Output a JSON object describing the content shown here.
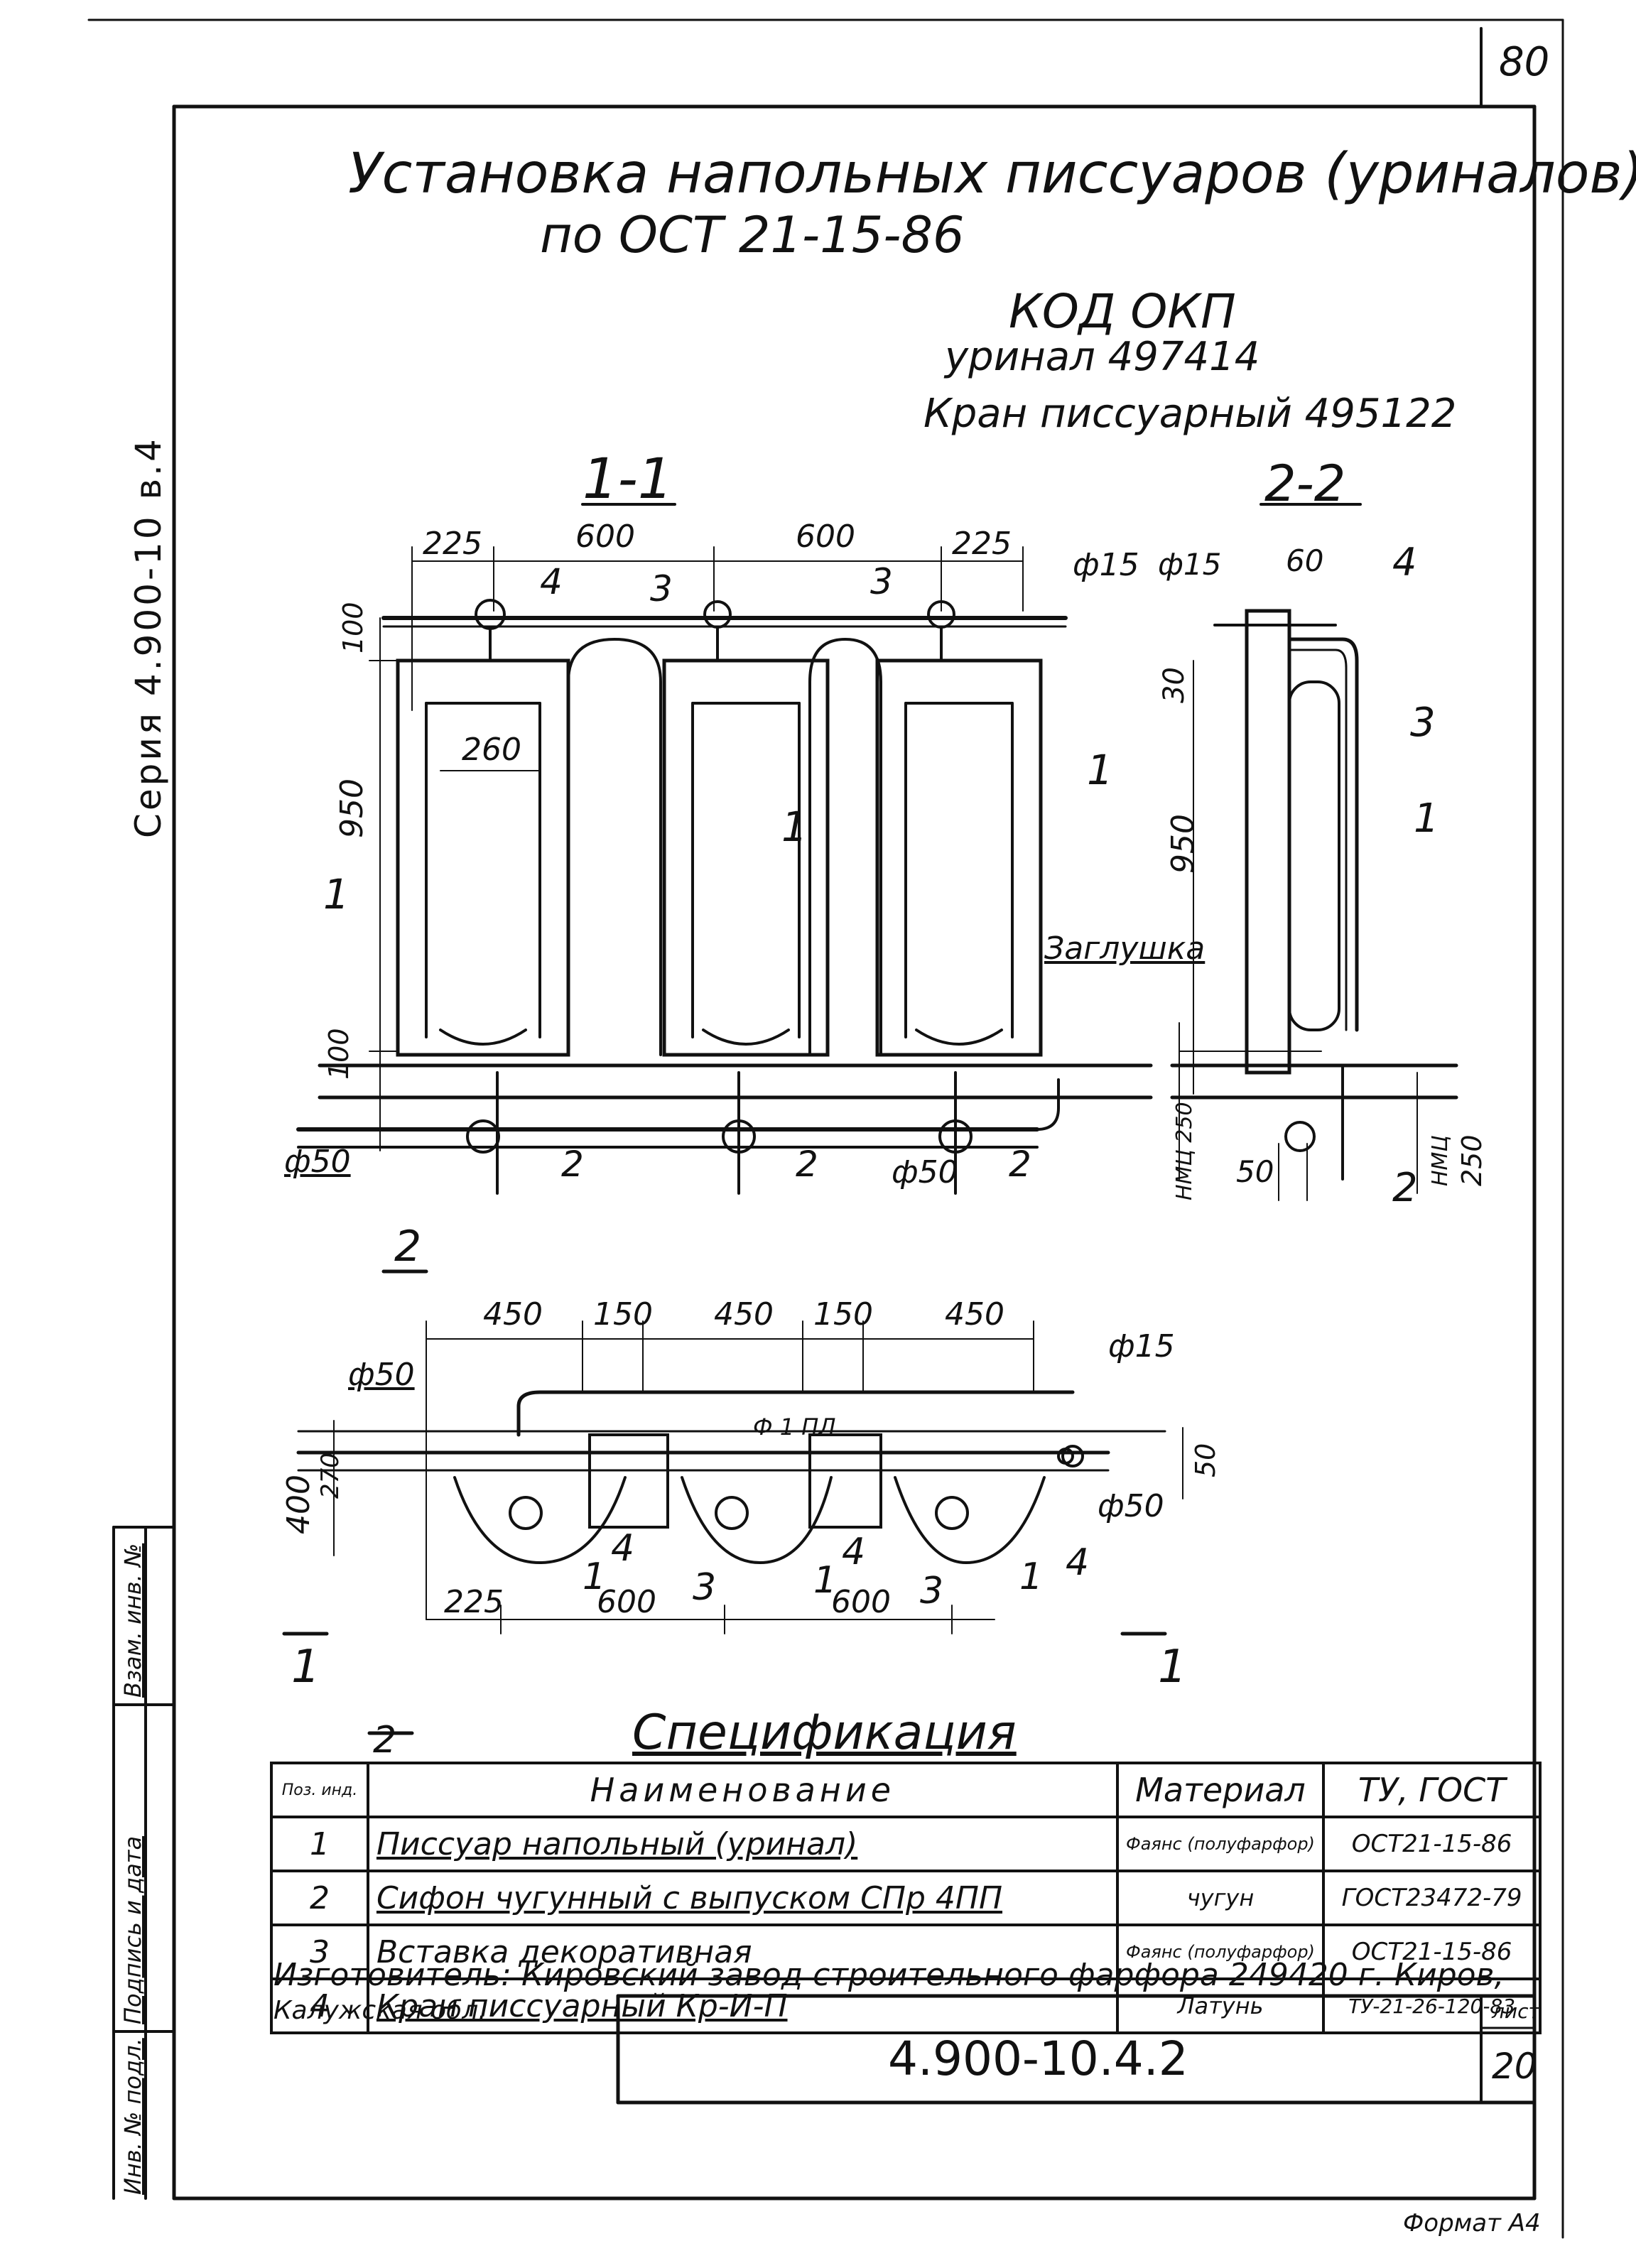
{
  "page_number": "80",
  "side_series_label": "Серия 4.900-10 в.4",
  "title": {
    "line1": "Установка напольных писсуаров (уриналов)",
    "line2": "по ОСТ 21-15-86"
  },
  "okp": {
    "header": "КОД ОКП",
    "line1": "уринал 497414",
    "line2": "Кран писсуарный 495122"
  },
  "sections": {
    "section_1_1": "1-1",
    "section_2_2": "2-2"
  },
  "dimensions": {
    "top_left": [
      "225",
      "600",
      "600",
      "225"
    ],
    "pipe_diameter_top": "ф15",
    "height_950": "950",
    "height_100_top": "100",
    "width_260": "260",
    "height_100_bottom": "100",
    "dia_50_left": "ф50",
    "dia_50_mid": "ф50",
    "plan_top": [
      "450",
      "150",
      "450",
      "150",
      "450"
    ],
    "plan_bottom": [
      "225",
      "600",
      "600"
    ],
    "plan_left_400": "400",
    "plan_left_270": "270",
    "plan_right_50": "50",
    "plan_dia_15": "ф15",
    "plan_dia_50_left": "ф50",
    "plan_dia_50_right": "ф50",
    "plan_center": "Ф 1 ПЛ",
    "sec2_dia_15": "ф15",
    "sec2_60": "60",
    "sec2_30": "30",
    "sec2_950": "950",
    "sec2_50": "50",
    "sec2_250": "250",
    "sec2_floor_mark": "НМЦ",
    "sec1_floor_mark": "НМЦ 250"
  },
  "callouts": {
    "c4": "4",
    "c3": "3",
    "c1": "1",
    "c2": "2"
  },
  "plug_label": "Заглушка",
  "cut_mark_1": "1",
  "cut_mark_2": "2",
  "spec": {
    "title": "Спецификация",
    "headers": {
      "pos": "Поз. инд.",
      "name": "Наименование",
      "material": "Материал",
      "standard": "ТУ, ГОСТ"
    },
    "rows": [
      {
        "pos": "1",
        "name": "Писсуар напольный (уринал)",
        "material": "Фаянс (полуфарфор)",
        "standard": "ОСТ21-15-86"
      },
      {
        "pos": "2",
        "name": "Сифон чугунный с выпуском СПр 4ПП",
        "material": "чугун",
        "standard": "ГОСТ23472-79"
      },
      {
        "pos": "3",
        "name": "Вставка декоративная",
        "material": "Фаянс (полуфарфор)",
        "standard": "ОСТ21-15-86"
      },
      {
        "pos": "4",
        "name": "Кран писсуарный Кр-И-П",
        "material": "Латунь",
        "standard": "ТУ-21-26-120-83"
      }
    ]
  },
  "manufacturer": {
    "line1": "Изготовитель: Кировский завод строительного фарфора 249420 г. Киров,",
    "line2": "Калужская обл."
  },
  "title_block": {
    "doc_code": "4.900-10.4.2",
    "sheet_label": "лист",
    "sheet_number": "20",
    "format": "Формат А4"
  },
  "left_stamp": {
    "inv_orig": "Инв. № подл.",
    "signature_date": "Подпись и дата",
    "replace_inv": "Взам. инв. №"
  }
}
